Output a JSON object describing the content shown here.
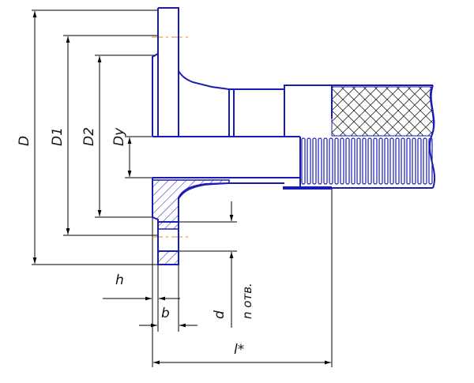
{
  "labels": {
    "D": "D",
    "D1": "D1",
    "D2": "D2",
    "Dy": "Dy",
    "h": "h",
    "b": "b",
    "d": "d",
    "n_holes": "n отв.",
    "L": "l*"
  },
  "colors": {
    "outline": "#1a1ab4",
    "dimension": "#000000",
    "centerline": "#e08a2c",
    "hatch": "#1a1ab4",
    "background": "#ffffff"
  }
}
